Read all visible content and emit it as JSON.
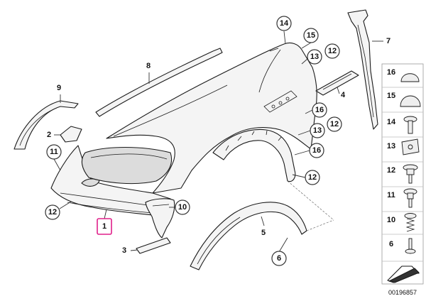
{
  "callouts": {
    "c1": "1",
    "c2": "2",
    "c3": "3",
    "c4": "4",
    "c5": "5",
    "c6": "6",
    "c7": "7",
    "c8": "8",
    "c9": "9",
    "c10": "10",
    "c11": "11",
    "c12a": "12",
    "c12b": "12",
    "c12c": "12",
    "c12d": "12",
    "c13a": "13",
    "c13b": "13",
    "c14": "14",
    "c15": "15",
    "c16a": "16",
    "c16b": "16"
  },
  "legend_panel": {
    "items": [
      "16",
      "15",
      "14",
      "13",
      "12",
      "11",
      "10",
      "6"
    ]
  },
  "document_id": "00196857",
  "colors": {
    "highlight": "#e0208a",
    "line": "#1a1a1a"
  }
}
